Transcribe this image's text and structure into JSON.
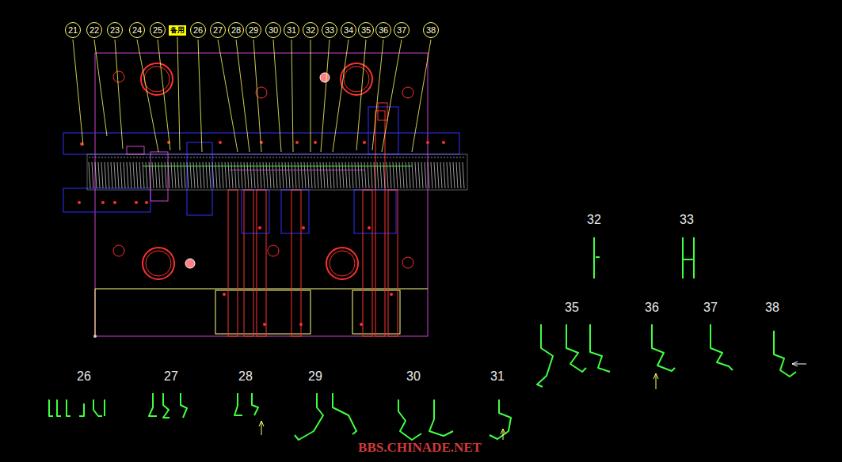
{
  "diagram": {
    "nodes": [
      {
        "text": [
          "21"
        ]
      },
      {
        "text": [
          "22"
        ]
      },
      {
        "text": [
          "23"
        ]
      },
      {
        "text": [
          "24"
        ]
      },
      {
        "text": [
          "25"
        ]
      },
      {
        "text": [
          "备用"
        ]
      },
      {
        "text": [
          "26"
        ]
      },
      {
        "text": [
          "27"
        ]
      },
      {
        "text": [
          "28"
        ]
      },
      {
        "text": [
          "29"
        ]
      },
      {
        "text": [
          "30"
        ]
      },
      {
        "text": [
          "31"
        ]
      },
      {
        "text": [
          "32"
        ]
      },
      {
        "text": [
          "33"
        ]
      },
      {
        "text": [
          "34"
        ]
      },
      {
        "text": [
          "35"
        ]
      },
      {
        "text": [
          "36"
        ]
      },
      {
        "text": [
          "37"
        ]
      },
      {
        "text": [
          "38"
        ]
      }
    ],
    "labels": [
      "32",
      "33",
      "35",
      "36",
      "37",
      "38",
      "26",
      "27",
      "28",
      "29",
      "30",
      "31",
      "BBS.CHINADE.NET"
    ]
  }
}
